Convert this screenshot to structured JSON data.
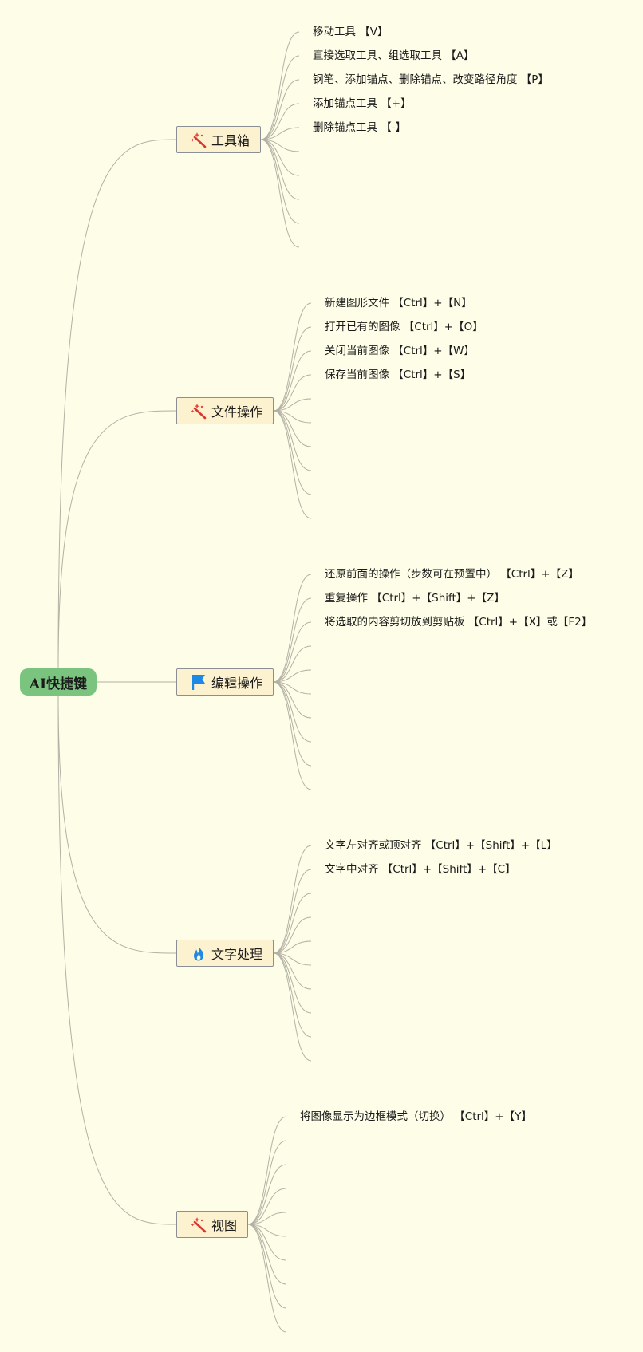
{
  "root": {
    "label": "AI快捷键"
  },
  "colors": {
    "background": "#fefde8",
    "root_fill": "#7bc47f",
    "branch_fill": "#fdf2cf",
    "branch_border": "#8a8f96",
    "connector": "#b3b1a4"
  },
  "branches": [
    {
      "label": "工具箱",
      "icon": "magic-wand-icon",
      "items": [
        "移动工具 【V】",
        "直接选取工具、组选取工具 【A】",
        "钢笔、添加锚点、删除锚点、改变路径角度 【P】",
        "添加锚点工具 【+】",
        "删除锚点工具 【-】"
      ],
      "empty_slots": 5
    },
    {
      "label": "文件操作",
      "icon": "magic-wand-icon",
      "items": [
        "新建图形文件 【Ctrl】+【N】",
        "打开已有的图像 【Ctrl】+【O】",
        "关闭当前图像 【Ctrl】+【W】",
        "保存当前图像 【Ctrl】+【S】"
      ],
      "empty_slots": 6
    },
    {
      "label": "编辑操作",
      "icon": "flag-icon",
      "items": [
        "还原前面的操作（步数可在预置中） 【Ctrl】+【Z】",
        "重复操作 【Ctrl】+【Shift】+【Z】",
        "将选取的内容剪切放到剪贴板 【Ctrl】+【X】或【F2】"
      ],
      "empty_slots": 7
    },
    {
      "label": "文字处理",
      "icon": "flame-icon",
      "items": [
        "文字左对齐或顶对齐 【Ctrl】+【Shift】+【L】",
        "文字中对齐 【Ctrl】+【Shift】+【C】"
      ],
      "empty_slots": 8
    },
    {
      "label": "视图",
      "icon": "magic-wand-icon",
      "items": [
        "将图像显示为边框模式（切换） 【Ctrl】+【Y】"
      ],
      "empty_slots": 9
    }
  ]
}
